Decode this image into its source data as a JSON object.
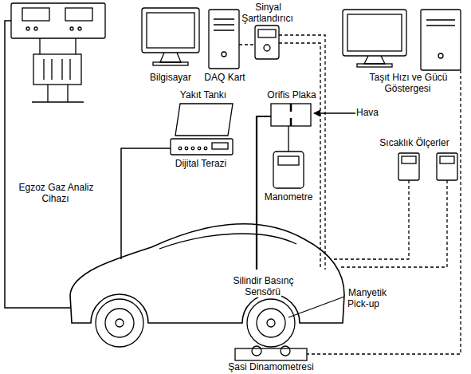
{
  "diagram": {
    "labels": [
      "Sinyal Şartlandırıcı",
      "Bilgisayar",
      "DAQ Kart",
      "Taşıt Hızı ve Gücü Göstergesi",
      "Egzoz Gaz Analiz Cihazı",
      "Yakıt Tankı",
      "Dijital Terazi",
      "Orifis Plaka",
      "Hava",
      "Manometre",
      "Sıcaklık Ölçerler",
      "Silindir Basınç Sensörü",
      "Manyetik Pick-up",
      "Şasi Dinamometresi"
    ]
  }
}
